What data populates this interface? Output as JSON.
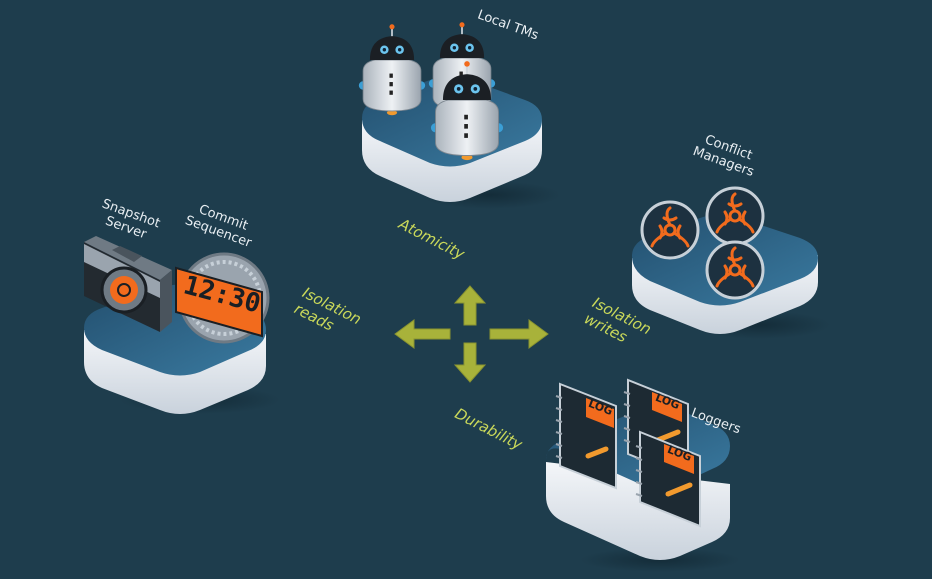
{
  "components": {
    "local_tms": {
      "label": "Local TMs"
    },
    "conflict_managers": {
      "label_line1": "Conflict",
      "label_line2": "Managers"
    },
    "snapshot_server": {
      "label_line1": "Snapshot",
      "label_line2": "Server"
    },
    "commit_sequencer": {
      "label_line1": "Commit",
      "label_line2": "Sequencer",
      "clock_time": "12:30"
    },
    "loggers": {
      "label": "Loggers",
      "log_tag": "LOG"
    }
  },
  "properties": {
    "atomicity": "Atomicity",
    "isolation_reads_line1": "Isolation",
    "isolation_reads_line2": "reads",
    "isolation_writes_line1": "Isolation",
    "isolation_writes_line2": "writes",
    "durability": "Durability"
  },
  "colors": {
    "background": "#1e3d4d",
    "platform_top": "#2a5a7a",
    "platform_side": "#e8edf2",
    "arrow": "#a8b23a",
    "accent_orange": "#f26b1d",
    "text_label": "#e8eef2",
    "text_acid": "#c9d85a"
  },
  "icons": [
    "robot-icon",
    "biohazard-icon",
    "camera-icon",
    "clock-badge-icon",
    "log-notebook-icon",
    "arrow-cross-icon"
  ]
}
